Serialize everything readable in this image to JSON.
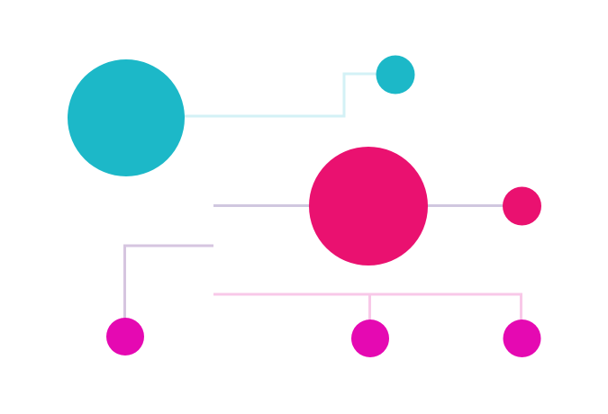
{
  "colors": {
    "background": "#ffffff",
    "teal": "#1cb8c8",
    "crimson": "#ea1170",
    "magenta": "#e509b2",
    "teal_line": "#d3f1f6",
    "mauve_line": "#d0c7df",
    "pink_line": "#f8c8e8"
  },
  "nodes": [
    {
      "id": "large-teal",
      "color_key": "teal"
    },
    {
      "id": "small-teal",
      "color_key": "teal"
    },
    {
      "id": "large-crimson",
      "color_key": "crimson"
    },
    {
      "id": "small-crimson",
      "color_key": "crimson"
    },
    {
      "id": "magenta-left",
      "color_key": "magenta"
    },
    {
      "id": "magenta-middle",
      "color_key": "magenta"
    },
    {
      "id": "magenta-right",
      "color_key": "magenta"
    }
  ]
}
